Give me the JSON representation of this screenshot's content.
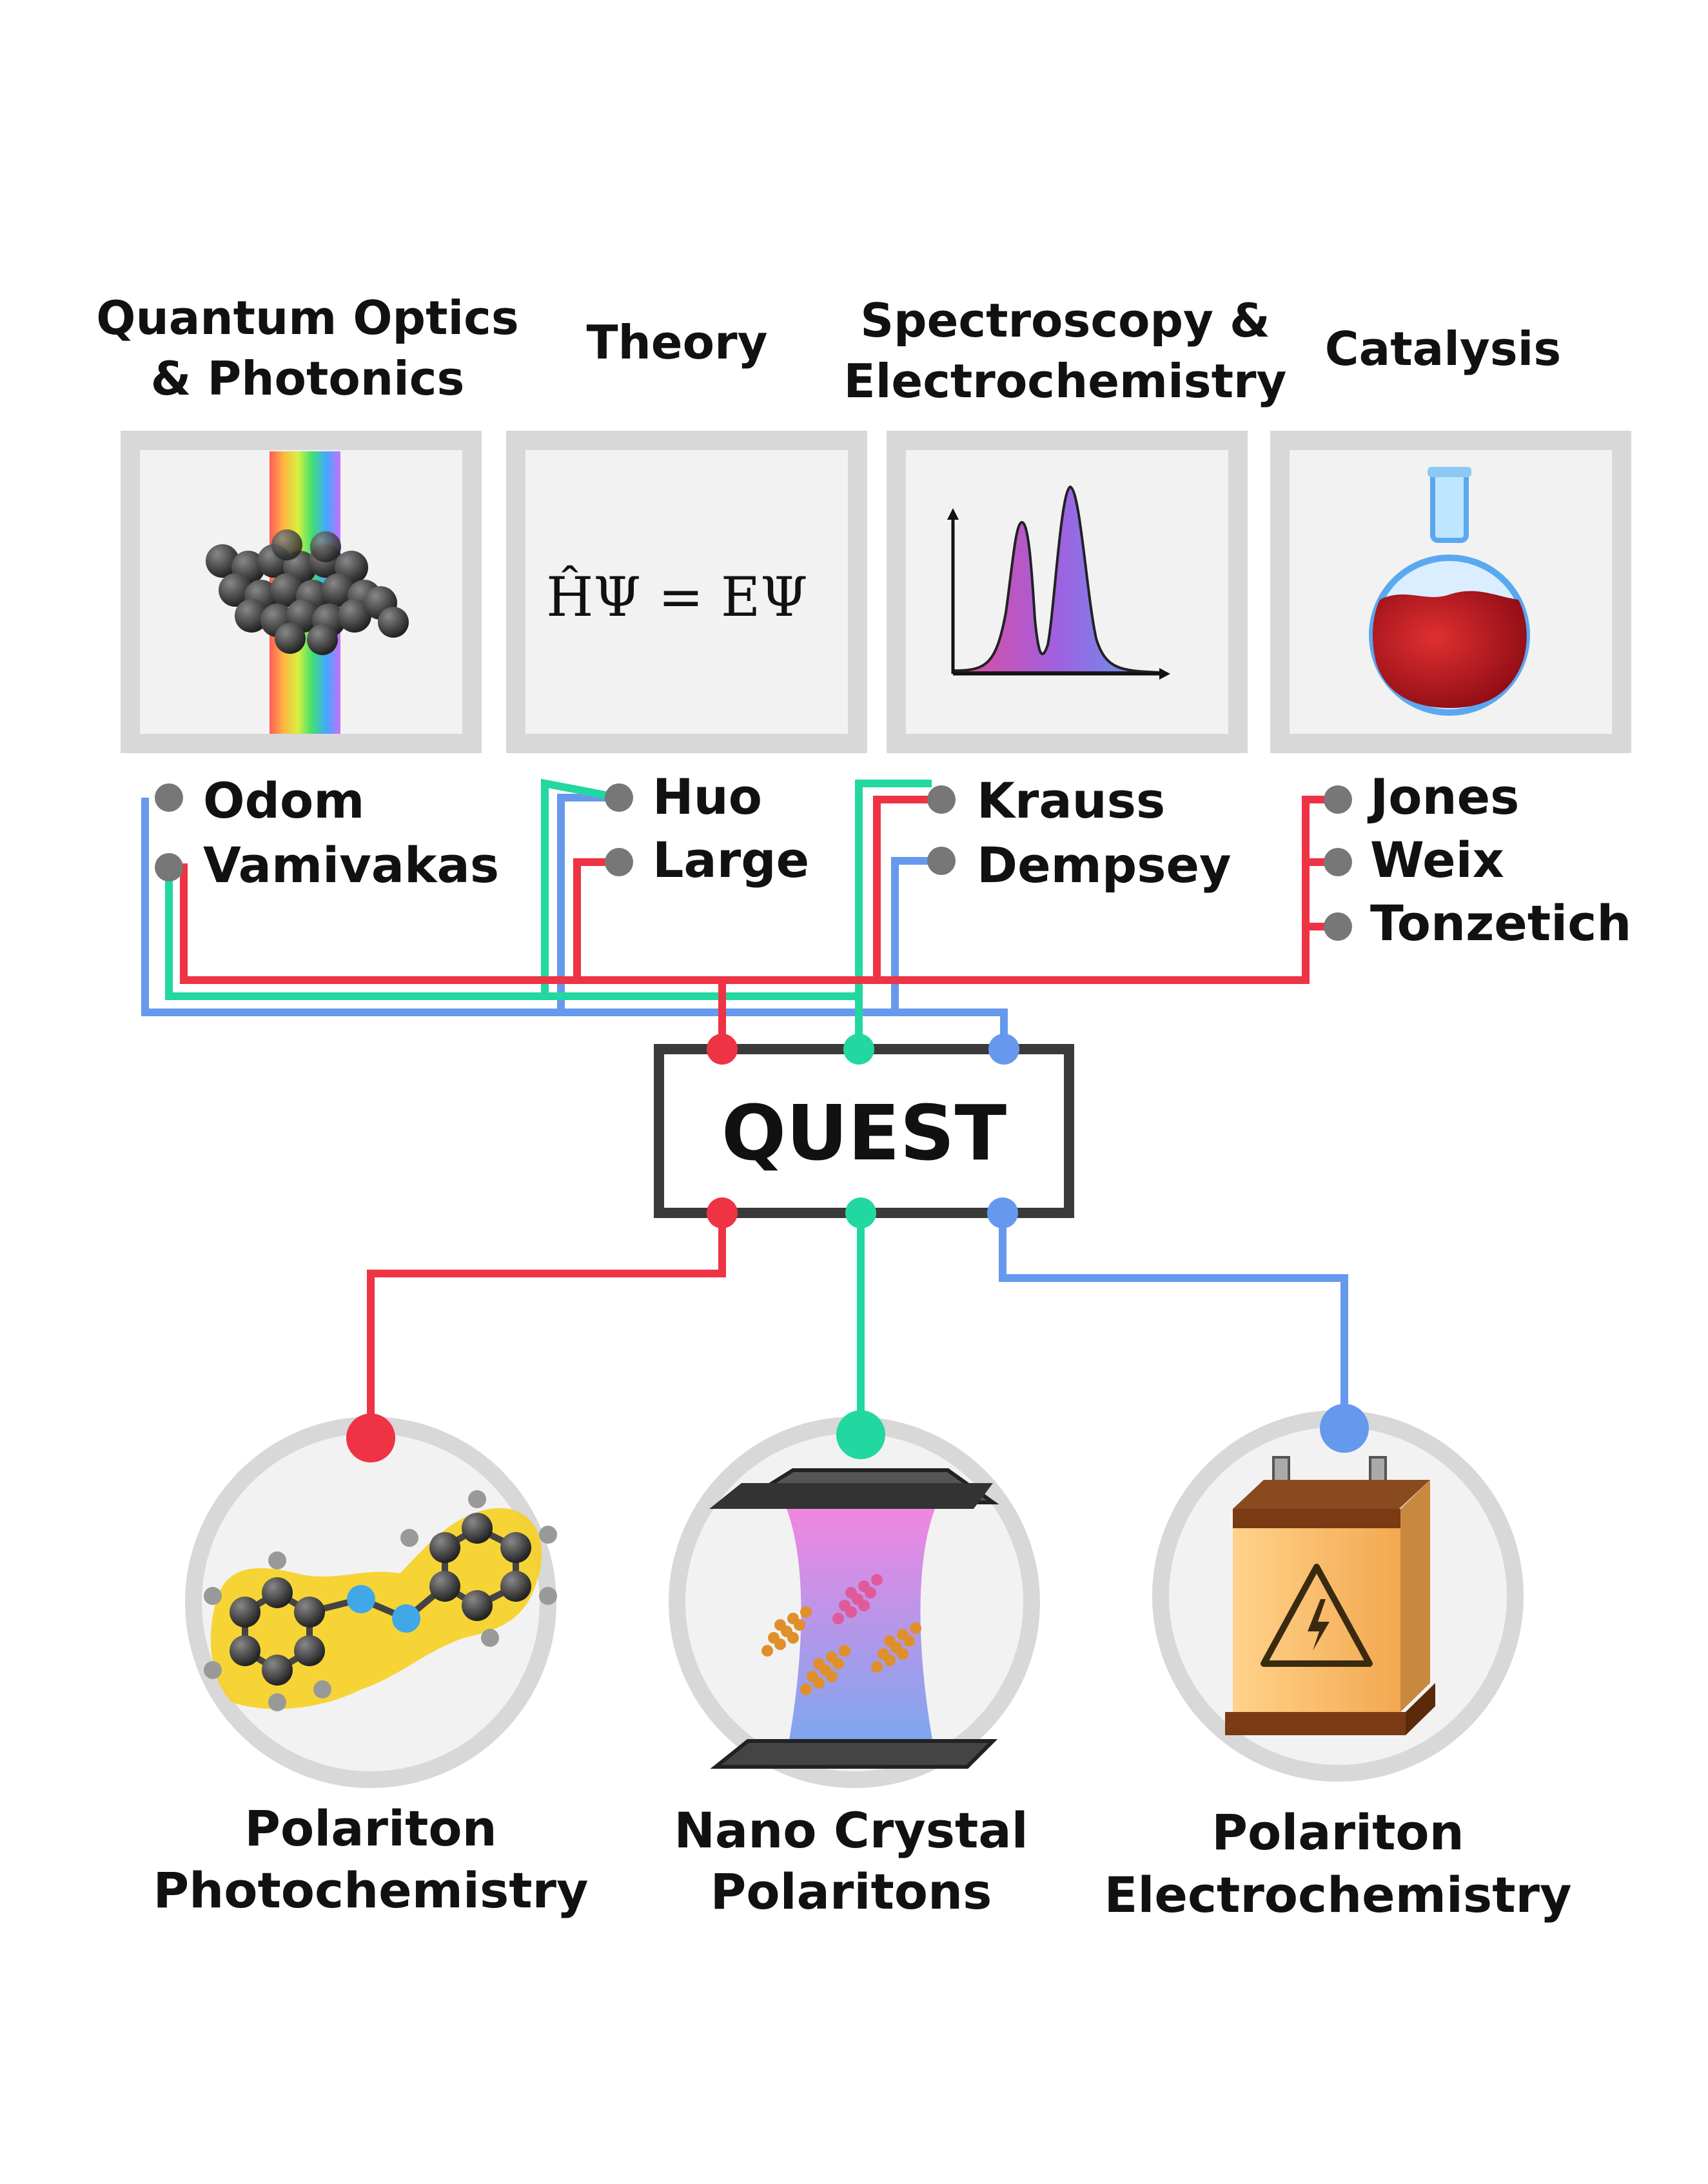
{
  "colors": {
    "red": "#ee3344",
    "green": "#22d8a0",
    "blue": "#6699ee",
    "frame_gray": "#d8d8d8",
    "panel_fill": "#f2f2f2",
    "dot_gray": "#777777",
    "box_stroke": "#3a3a3a"
  },
  "categories": [
    {
      "title_line1": "Quantum Optics",
      "title_line2": "& Photonics",
      "icon": "nanoparticle-rainbow-icon",
      "members": [
        "Odom",
        "Vamivakas"
      ]
    },
    {
      "title_line1": "Theory",
      "title_line2": "",
      "icon": "schrodinger-equation-icon",
      "equation": "ĤΨ = EΨ",
      "members": [
        "Huo",
        "Large"
      ]
    },
    {
      "title_line1": "Spectroscopy &",
      "title_line2": "Electrochemistry",
      "icon": "spectrum-peaks-icon",
      "members": [
        "Krauss",
        "Dempsey"
      ]
    },
    {
      "title_line1": "Catalysis",
      "title_line2": "",
      "icon": "flask-icon",
      "members": [
        "Jones",
        "Weix",
        "Tonzetich"
      ]
    }
  ],
  "hub": {
    "label": "QUEST"
  },
  "outputs": [
    {
      "line1": "Polariton",
      "line2": "Photochemistry",
      "icon": "azobenzene-molecule-icon",
      "color": "red"
    },
    {
      "line1": "Nano Crystal",
      "line2": "Polaritons",
      "icon": "optical-cavity-icon",
      "color": "green"
    },
    {
      "line1": "Polariton",
      "line2": "Electrochemistry",
      "icon": "battery-icon",
      "color": "blue"
    }
  ]
}
